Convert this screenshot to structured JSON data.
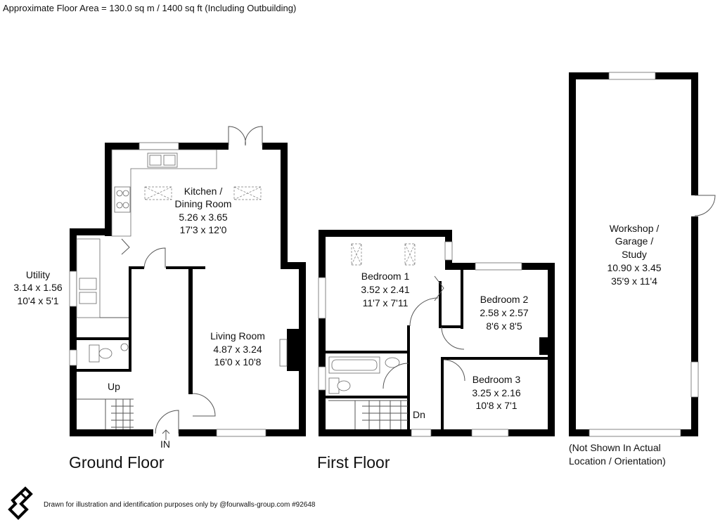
{
  "header": {
    "area_text": "Approximate Floor Area = 130.0 sq m / 1400 sq ft (Including Outbuilding)"
  },
  "ground_floor": {
    "title": "Ground Floor",
    "rooms": {
      "kitchen": {
        "name_1": "Kitchen /",
        "name_2": "Dining Room",
        "metric": "5.26 x 3.65",
        "imperial": "17'3 x 12'0"
      },
      "utility": {
        "name": "Utility",
        "metric": "3.14 x 1.56",
        "imperial": "10'4 x 5'1"
      },
      "living": {
        "name": "Living Room",
        "metric": "4.87 x 3.24",
        "imperial": "16'0 x 10'8"
      }
    },
    "stair_label": "Up",
    "entrance_label": "IN"
  },
  "first_floor": {
    "title": "First Floor",
    "rooms": {
      "bedroom1": {
        "name": "Bedroom 1",
        "metric": "3.52 x 2.41",
        "imperial": "11'7 x 7'11"
      },
      "bedroom2": {
        "name": "Bedroom 2",
        "metric": "2.58 x 2.57",
        "imperial": "8'6 x 8'5"
      },
      "bedroom3": {
        "name": "Bedroom 3",
        "metric": "3.25 x 2.16",
        "imperial": "10'8 x 7'1"
      }
    },
    "stair_label": "Dn"
  },
  "outbuilding": {
    "name_1": "Workshop /",
    "name_2": "Garage /",
    "name_3": "Study",
    "metric": "10.90 x 3.45",
    "imperial": "35'9 x 11'4",
    "note_1": "(Not Shown In Actual",
    "note_2": "Location / Orientation)"
  },
  "footer": {
    "disclaimer": "Drawn for illustration and identification purposes only by @fourwalls-group.com #92648"
  }
}
